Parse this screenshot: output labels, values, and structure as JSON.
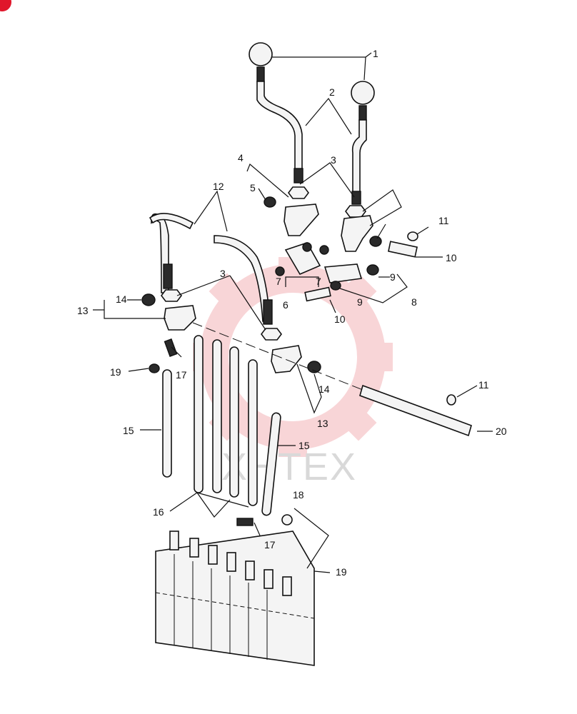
{
  "diagram": {
    "callouts": [
      "1",
      "2",
      "3",
      "4",
      "5",
      "11",
      "10",
      "12",
      "3",
      "14",
      "13",
      "7",
      "9",
      "7",
      "6",
      "9",
      "8",
      "10",
      "19",
      "17",
      "11",
      "14",
      "15",
      "13",
      "20",
      "15",
      "16",
      "18",
      "17",
      "19"
    ],
    "watermark_text": "XHTEX"
  },
  "colors": {
    "watermark": "#f4b3b8",
    "badge": "#e0162b",
    "line": "#111111"
  }
}
